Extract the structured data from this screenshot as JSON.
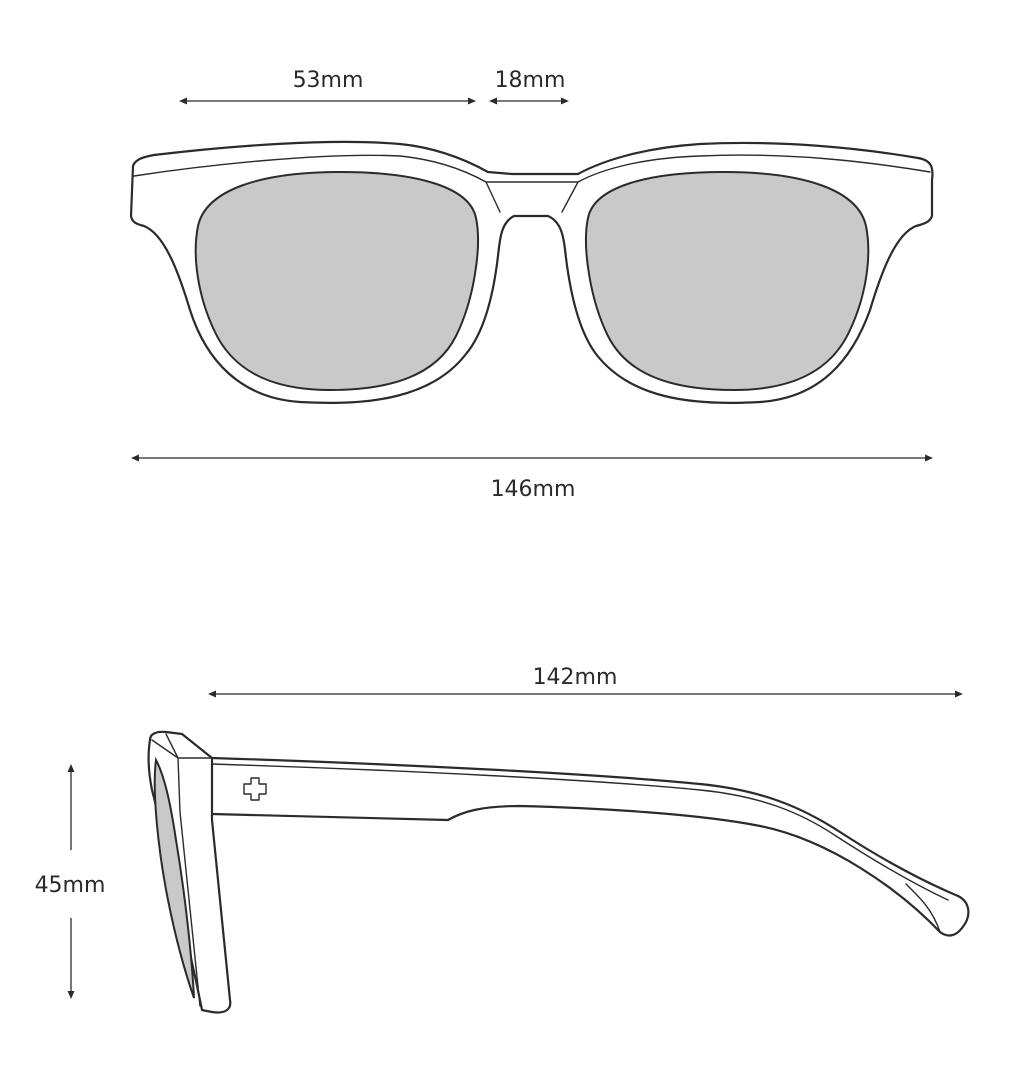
{
  "front_view": {
    "lens_width_label": "53mm",
    "bridge_width_label": "18mm",
    "total_width_label": "146mm"
  },
  "side_view": {
    "temple_length_label": "142mm",
    "lens_height_label": "45mm",
    "logo_icon": "plus-cross-logo-icon"
  },
  "colors": {
    "line": "#2b2b2b",
    "lens": "#c9c9c9",
    "background": "#ffffff"
  }
}
